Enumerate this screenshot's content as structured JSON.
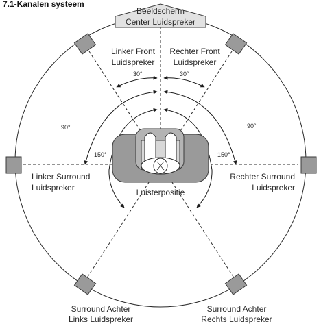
{
  "title": "7.1-Kanalen systeem",
  "screen_label": "Beeldscherm",
  "center_label": "Center Luidspreker",
  "front_left": [
    "Linker Front",
    "Luidspreker"
  ],
  "front_right": [
    "Rechter Front",
    "Luidspreker"
  ],
  "surround_left": [
    "Linker Surround",
    "Luidspreker"
  ],
  "surround_right": [
    "Rechter Surround",
    "Luidspreker"
  ],
  "back_left": [
    "Surround Achter",
    "Links Luidspreker"
  ],
  "back_right": [
    "Surround Achter",
    "Rechts Luidspreker"
  ],
  "listening_position": "Luisterpositie",
  "angles": {
    "front_left": "30°",
    "front_right": "30°",
    "side_left": "90°",
    "side_right": "90°",
    "back_left": "150°",
    "back_right": "150°"
  }
}
